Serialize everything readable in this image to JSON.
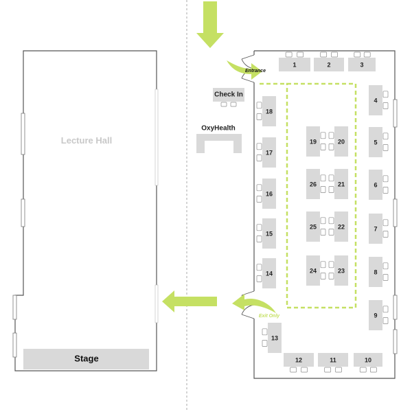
{
  "rooms": {
    "lecture_hall": "Lecture Hall",
    "stage": "Stage"
  },
  "labels": {
    "check_in": "Check In",
    "oxyhealth": "OxyHealth",
    "entrance": "Entrance",
    "exit_only": "Exit Only"
  },
  "colors": {
    "arrow": "#c5e063",
    "table": "#d9d9d9",
    "walkway_dash": "#c5e063",
    "wall": "#555555"
  },
  "tables": [
    "1",
    "2",
    "3",
    "4",
    "5",
    "6",
    "7",
    "8",
    "9",
    "10",
    "11",
    "12",
    "13",
    "14",
    "15",
    "16",
    "17",
    "18",
    "19",
    "20",
    "21",
    "22",
    "23",
    "24",
    "25",
    "26"
  ]
}
